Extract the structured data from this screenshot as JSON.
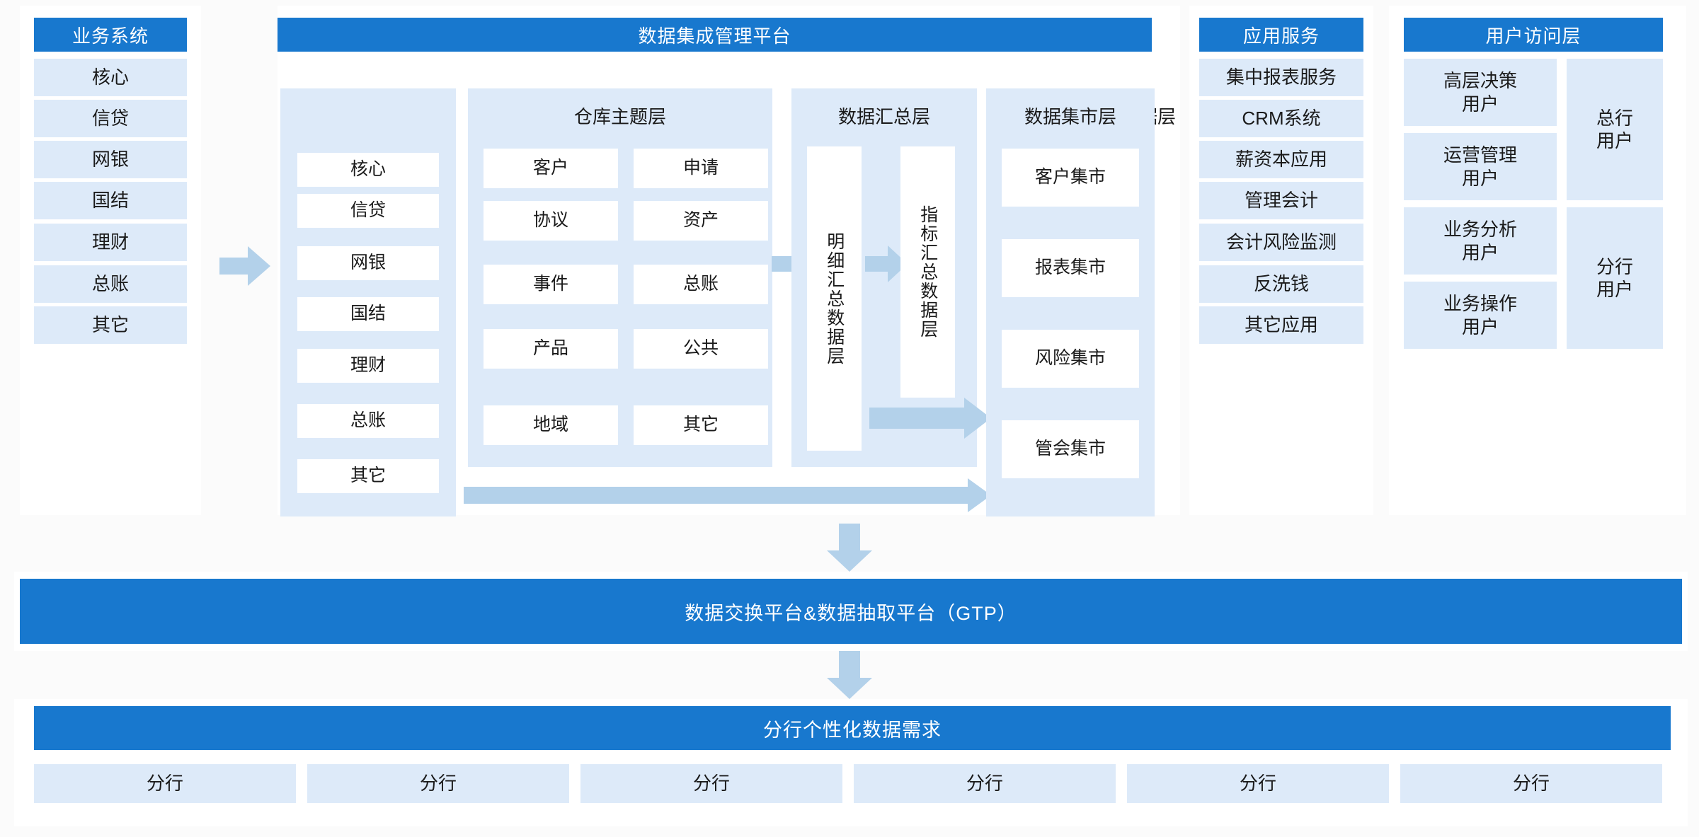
{
  "colors": {
    "header_blue": "#1878ce",
    "chip_blue": "#ddeaf9",
    "panel_white": "#ffffff",
    "arrow_blue": "#b3d1ea",
    "page_bg": "#fbfbfb"
  },
  "business_systems": {
    "title": "业务系统",
    "items": [
      "核心",
      "信贷",
      "网银",
      "国结",
      "理财",
      "总账",
      "其它"
    ]
  },
  "platform": {
    "title": "数据集成管理平台",
    "source_layer": {
      "title": "贴源数据层",
      "items": [
        "核心",
        "信贷",
        "网银",
        "国结",
        "理财",
        "总账",
        "其它"
      ]
    },
    "warehouse_layer": {
      "title": "仓库主题层",
      "items_left": [
        "客户",
        "协议",
        "事件",
        "产品",
        "地域"
      ],
      "items_right": [
        "申请",
        "资产",
        "总账",
        "公共",
        "其它"
      ]
    },
    "summary_layer": {
      "title": "数据汇总层",
      "detail_box": "明细汇总数据层",
      "metric_box": "指标汇总数据层"
    },
    "mart_layer": {
      "title": "数据集市层",
      "items": [
        "客户集市",
        "报表集市",
        "风险集市",
        "管会集市"
      ]
    }
  },
  "app_services": {
    "title": "应用服务",
    "items": [
      "集中报表服务",
      "CRM系统",
      "薪资本应用",
      "管理会计",
      "会计风险监测",
      "反洗钱",
      "其它应用"
    ]
  },
  "user_access": {
    "title": "用户访问层",
    "roles": [
      "高层决策\n用户",
      "运营管理\n用户",
      "业务分析\n用户",
      "业务操作\n用户"
    ],
    "groups": [
      "总行\n用户",
      "分行\n用户"
    ]
  },
  "exchange_bar": {
    "title": "数据交换平台&数据抽取平台（GTP）"
  },
  "branch_bar": {
    "title": "分行个性化数据需求",
    "branches": [
      "分行",
      "分行",
      "分行",
      "分行",
      "分行",
      "分行"
    ]
  }
}
